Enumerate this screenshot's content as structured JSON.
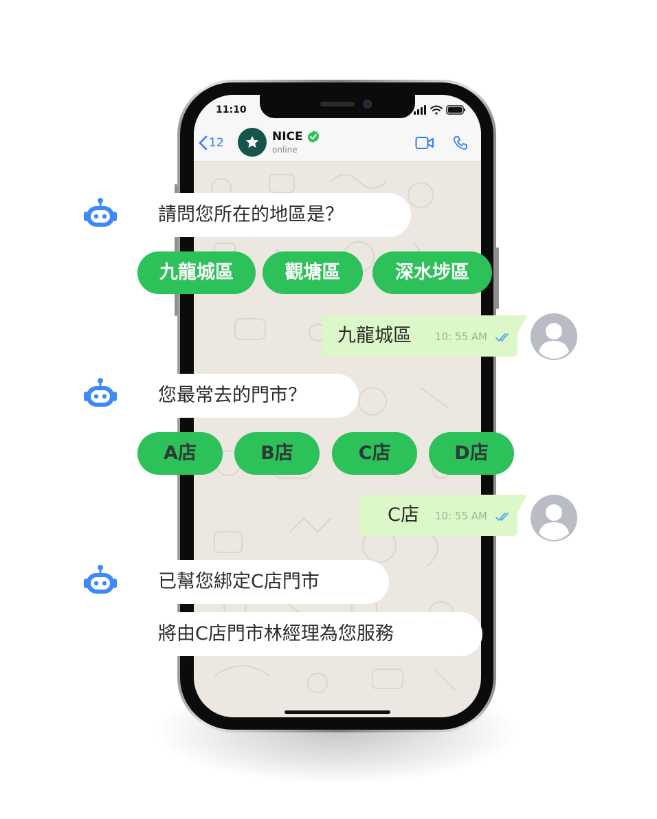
{
  "status_bar": {
    "time": "11:10"
  },
  "chat_header": {
    "back_count": "12",
    "contact_name": "NICE",
    "contact_status": "online"
  },
  "messages": {
    "q1": "請問您所在的地區是？",
    "q1_options": [
      "九龍城區",
      "觀塘區",
      "深水埗區"
    ],
    "a1": {
      "text": "九龍城區",
      "time": "10: 55 AM"
    },
    "q2": "您最常去的門市？",
    "q2_options": [
      "A店",
      "B店",
      "C店",
      "D店"
    ],
    "a2": {
      "text": "C店",
      "time": "10: 55 AM"
    },
    "confirm_1": "已幫您綁定C店門市",
    "confirm_2": "將由C店門市林經理為您服務"
  },
  "colors": {
    "chip_green": "#2dc15a",
    "outgoing_bubble": "#dcf7c8",
    "bot_blue": "#3d8af7",
    "header_blue": "#2f7ef5",
    "verified_green": "#2dc15a"
  },
  "icons": {
    "bot": "robot-icon",
    "user": "user-avatar-icon",
    "verified": "verified-check-icon",
    "video": "video-camera-icon",
    "call": "phone-icon",
    "back": "chevron-left-icon",
    "read": "double-check-icon"
  }
}
